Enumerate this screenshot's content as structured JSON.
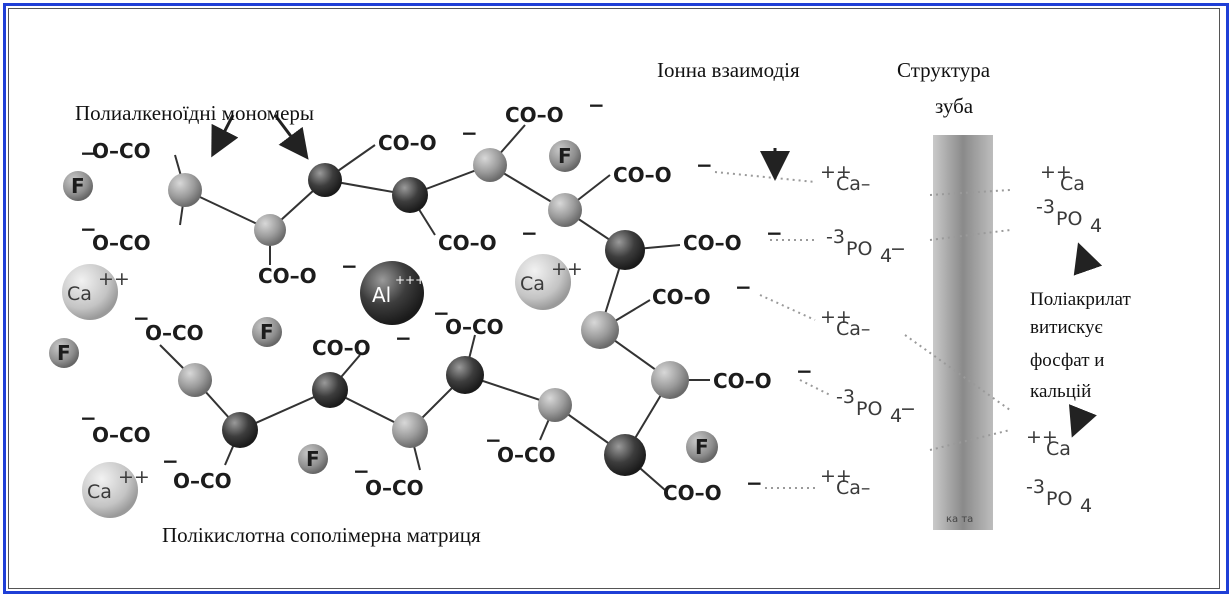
{
  "labels": {
    "monomers": "Полиалкеноїдні мономеры",
    "ionic": "Іонна взаимодія",
    "tooth_line1": "Структура",
    "tooth_line2": "зуба",
    "polyacrylate_lines": [
      "Поліакрилат",
      "витискує",
      "фосфат и",
      "кальцій"
    ],
    "matrix": "Полікислотна сополімерна матриця"
  },
  "chem": {
    "carboxyl_right": "CO–O",
    "carboxyl_left": "O–CO",
    "charge_minus": "−",
    "fluoride": "F",
    "calcium": "Ca",
    "calcium_charge": "++",
    "aluminium": "Al",
    "aluminium_charge": "+++",
    "ion_ca": "Ca–",
    "ion_ca_prefix": "++",
    "ion_po4": "PO",
    "ion_po4_prefix": "-3",
    "ion_po4_sub": "4",
    "tooth_small": "ка та"
  },
  "colors": {
    "frame": "#1f3fd6",
    "atom_dark": "#3d3d3d",
    "atom_light": "#a8a8a8",
    "tooth": "#8f8f8f"
  }
}
